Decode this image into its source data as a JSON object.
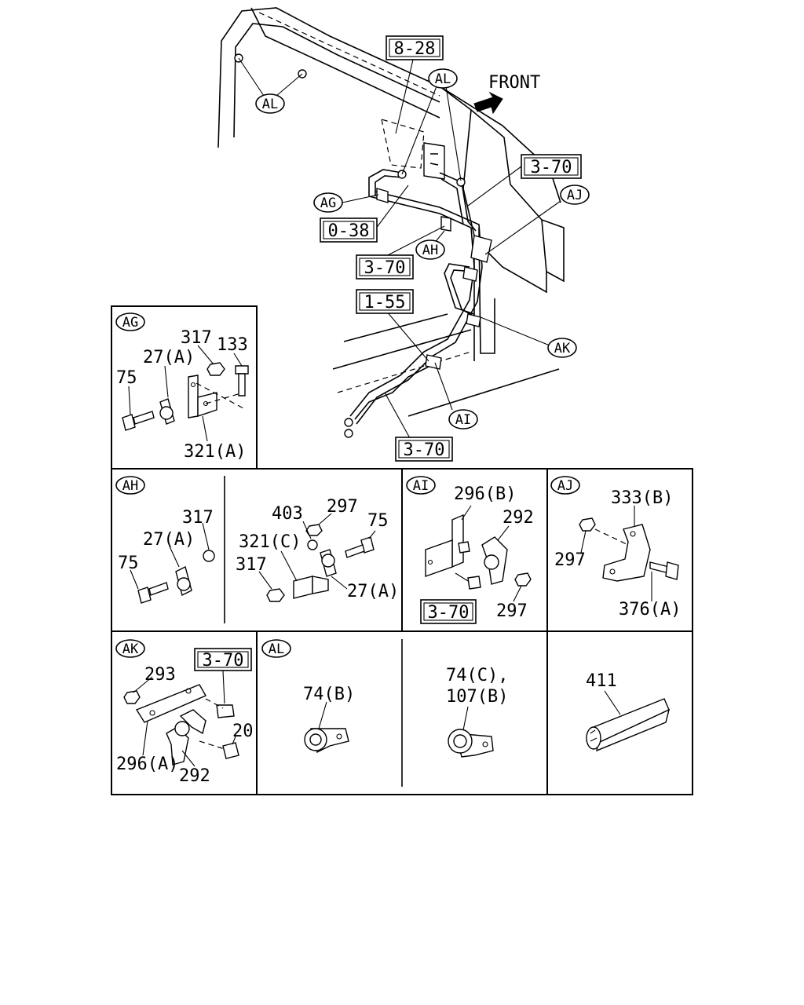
{
  "main": {
    "front": "FRONT",
    "refs": {
      "r828": "8-28",
      "r370a": "3-70",
      "r038": "0-38",
      "r370b": "3-70",
      "r155": "1-55",
      "r370c": "3-70"
    },
    "callouts": {
      "al1": "AL",
      "al2": "AL",
      "ag": "AG",
      "ah": "AH",
      "aj": "AJ",
      "ak": "AK",
      "ai": "AI"
    }
  },
  "panels": {
    "ag": {
      "tag": "AG",
      "p317": "317",
      "p133": "133",
      "p27a": "27(A)",
      "p75": "75",
      "p321a": "321(A)"
    },
    "ah": {
      "tag": "AH",
      "p317a": "317",
      "p27a": "27(A)",
      "p75a": "75",
      "p403": "403",
      "p297": "297",
      "p75b": "75",
      "p321c": "321(C)",
      "p317b": "317",
      "p27b": "27(A)"
    },
    "ai": {
      "tag": "AI",
      "p296b": "296(B)",
      "p292": "292",
      "ref": "3-70",
      "p297": "297"
    },
    "aj": {
      "tag": "AJ",
      "p333b": "333(B)",
      "p297": "297",
      "p376a": "376(A)"
    },
    "ak": {
      "tag": "AK",
      "ref": "3-70",
      "p293": "293",
      "p20": "20",
      "p296a": "296(A)",
      "p292": "292"
    },
    "al": {
      "tag": "AL",
      "p74b": "74(B)",
      "p74c": "74(C),",
      "p107b": "107(B)"
    },
    "x411": {
      "p411": "411"
    }
  }
}
